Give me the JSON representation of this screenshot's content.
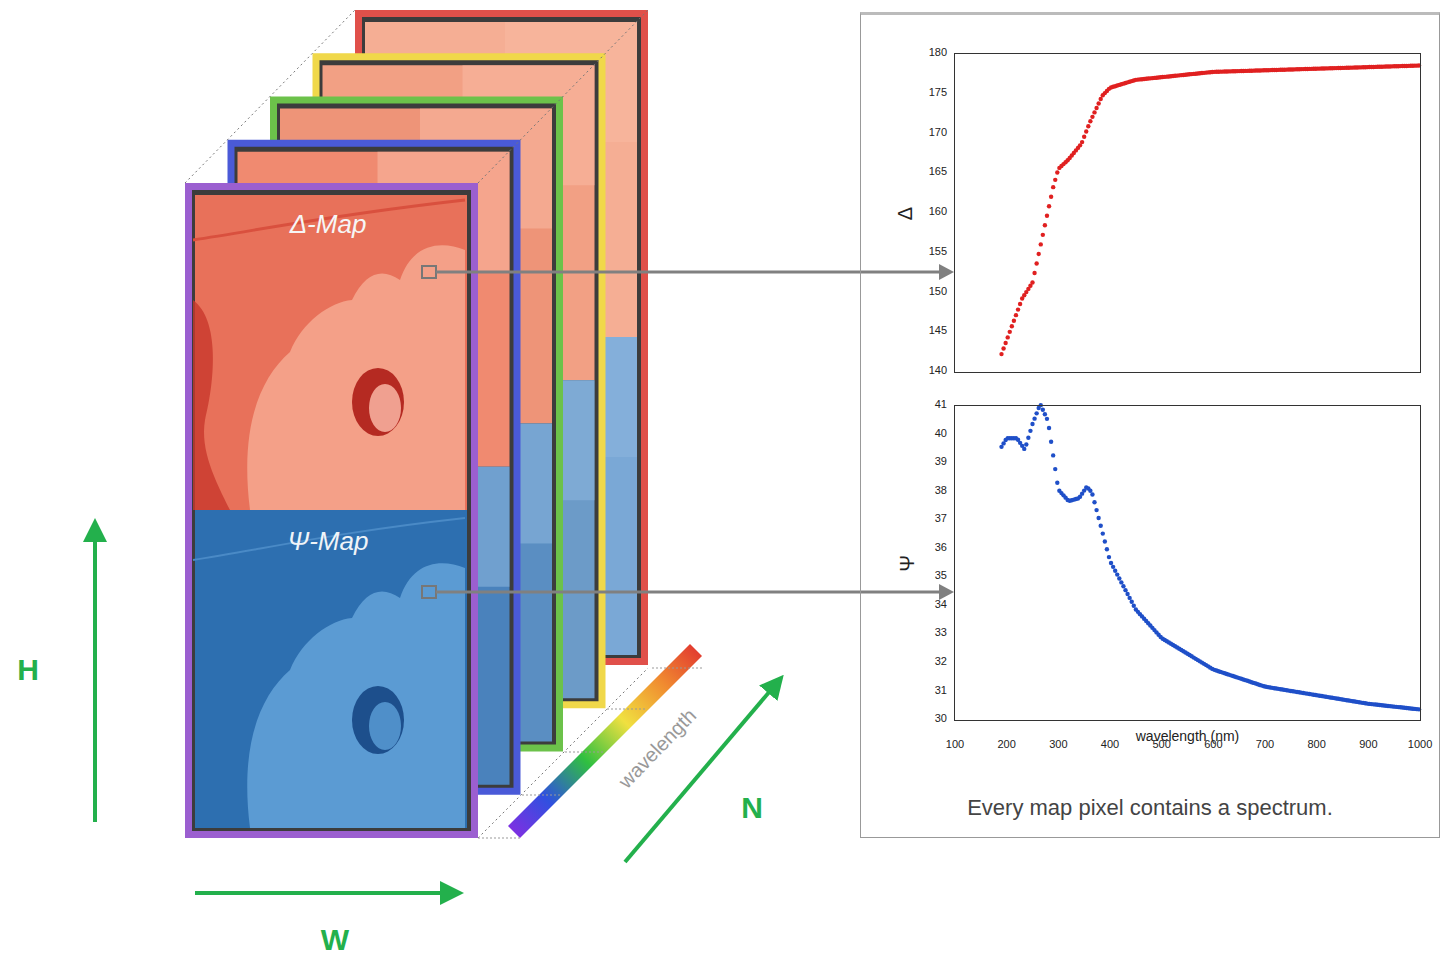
{
  "diagram": {
    "nodes": [
      {
        "text": [
          "Δ-Map"
        ]
      },
      {
        "text": [
          "Ψ-Map"
        ]
      },
      {
        "text": [
          "Every map pixel contains a spectrum."
        ]
      },
      {
        "text": [
          "Δ"
        ],
        "in": 2
      },
      {
        "text": [
          "Ψ",
          "wavelength (nm)"
        ],
        "in": 2
      }
    ],
    "edges": [
      {
        "from": 0,
        "to": 3,
        "arrow": "to"
      },
      {
        "from": 1,
        "to": 4,
        "arrow": "to"
      }
    ],
    "labels": [
      "180",
      "175",
      "170",
      "165",
      "160",
      "155",
      "150",
      "145",
      "140",
      "41",
      "40",
      "39",
      "38",
      "37",
      "36",
      "35",
      "34",
      "33",
      "32",
      "31",
      "30",
      "100",
      "200",
      "300",
      "400",
      "500",
      "600",
      "700",
      "800",
      "900",
      "1000",
      "wavelength",
      "H",
      "W",
      "N"
    ]
  }
}
